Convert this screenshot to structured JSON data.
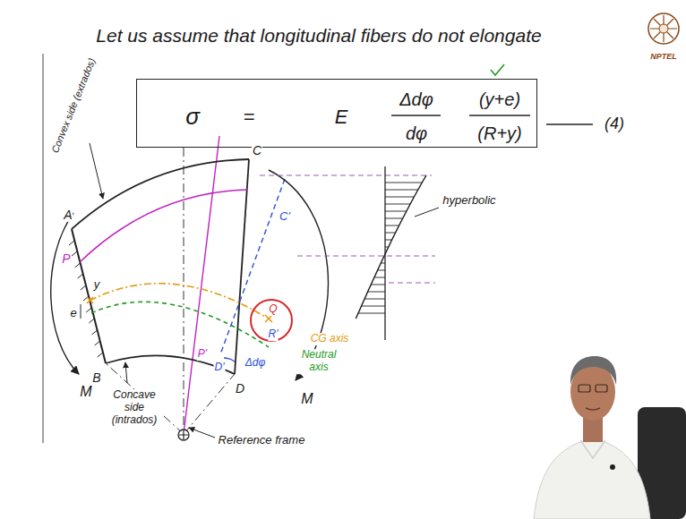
{
  "diagram": {
    "title": "Let us assume that longitudinal fibers do not elongate",
    "nodes": [
      {
        "text": [
          "σ",
          "=",
          "E",
          "Δdφ",
          "dφ",
          "(y+e)",
          "(R+y)"
        ]
      },
      {
        "text": [
          "Q",
          "R'"
        ]
      }
    ],
    "labels": [
      "NPTEL",
      "(4)",
      "Convex side (extrados)",
      "A",
      "P",
      "y",
      "e",
      "B",
      "Concave side (intrados)",
      "M",
      "C",
      "C'",
      "P'",
      "D'",
      "Δdφ",
      "D",
      "CG axis",
      "Neutral axis",
      "M",
      "hyperbolic",
      "Reference frame"
    ]
  }
}
